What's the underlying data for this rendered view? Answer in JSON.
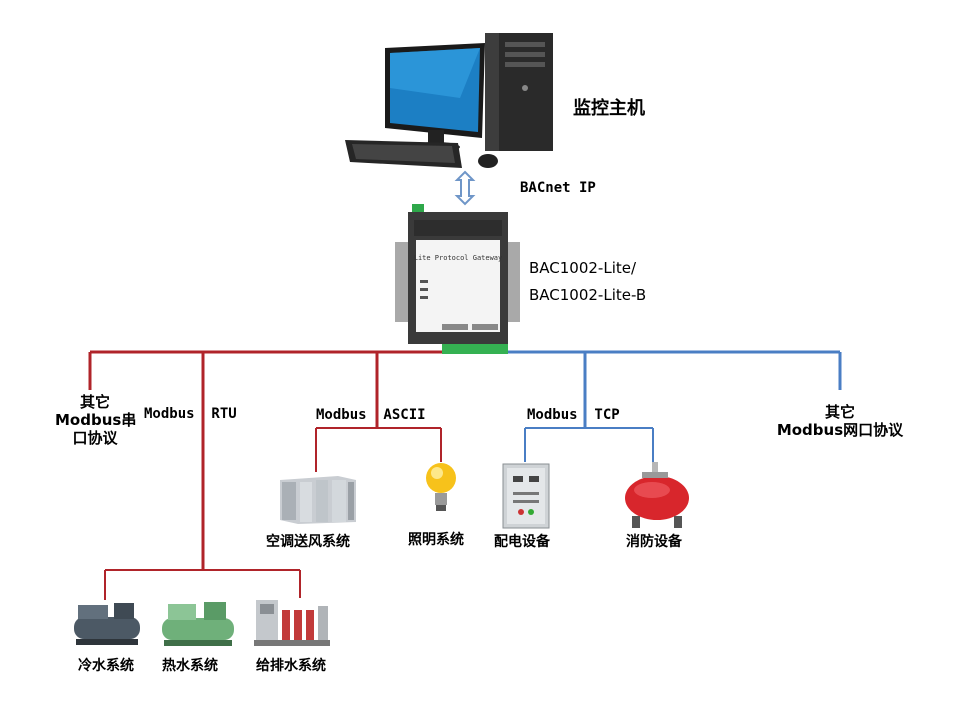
{
  "host": {
    "label": "监控主机"
  },
  "link_top": {
    "label": "BACnet IP"
  },
  "gateway": {
    "panel_text": "Lite Protocol Gateway",
    "model_line1": "BAC1002-Lite/",
    "model_line2": "BAC1002-Lite-B"
  },
  "protocols": {
    "serial_other_line1": "其它",
    "serial_other_line2": "Modbus串",
    "serial_other_line3": "口协议",
    "rtu": "Modbus  RTU",
    "ascii": "Modbus  ASCII",
    "tcp": "Modbus  TCP",
    "net_other_line1": "其它",
    "net_other_line2": "Modbus网口协议"
  },
  "devices": {
    "ac": "空调送风系统",
    "lighting": "照明系统",
    "power": "配电设备",
    "fire": "消防设备",
    "chiller": "冷水系统",
    "heater": "热水系统",
    "water": "给排水系统"
  },
  "colors": {
    "serial_line": "#b0242a",
    "network_line": "#4a7ec4",
    "arrow": "#6f96c8"
  }
}
